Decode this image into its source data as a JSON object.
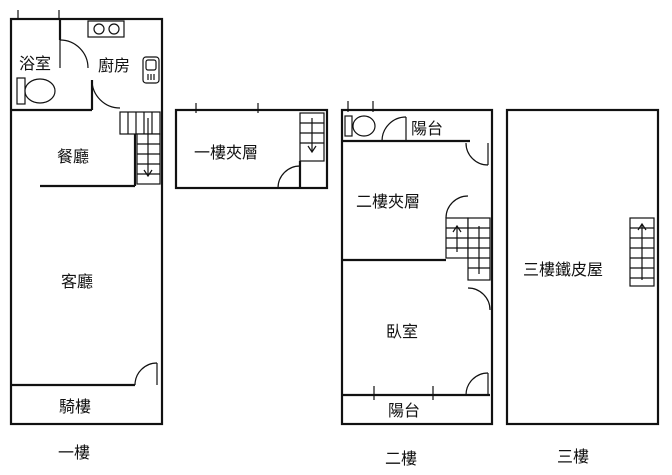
{
  "floors": {
    "first": {
      "caption": "一樓",
      "rooms": {
        "bathroom": "浴室",
        "kitchen": "廚房",
        "dining": "餐廳",
        "living": "客廳",
        "arcade": "騎樓"
      }
    },
    "mezz1": {
      "rooms": {
        "mezzanine": "一樓夾層"
      }
    },
    "second": {
      "caption": "二樓",
      "rooms": {
        "balcony_back": "陽台",
        "mezzanine": "二樓夾層",
        "bedroom": "臥室",
        "balcony_front": "陽台"
      }
    },
    "third": {
      "caption": "三樓",
      "rooms": {
        "shed": "三樓鐵皮屋"
      }
    }
  }
}
